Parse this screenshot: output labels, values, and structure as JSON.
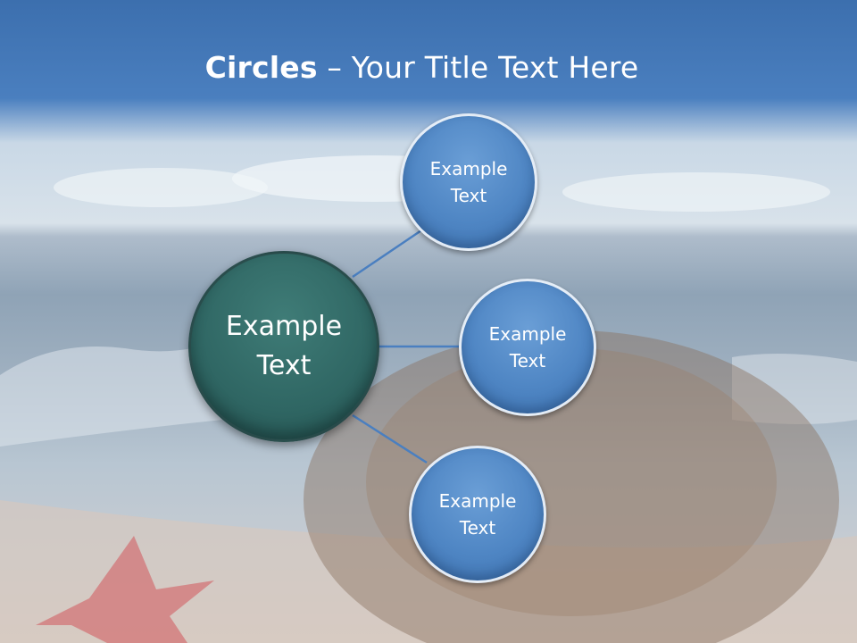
{
  "slide": {
    "title_bold": "Circles",
    "title_rest": " – Your Title Text Here"
  },
  "diagram": {
    "center": {
      "line1": "Example",
      "line2": "Text"
    },
    "nodes": [
      {
        "line1": "Example",
        "line2": "Text"
      },
      {
        "line1": "Example",
        "line2": "Text"
      },
      {
        "line1": "Example",
        "line2": "Text"
      }
    ]
  },
  "colors": {
    "title_bar": "#3c6fae",
    "center_circle": "#2f6663",
    "outer_circles": "#4f86c4",
    "connector": "#4a7fc0"
  }
}
